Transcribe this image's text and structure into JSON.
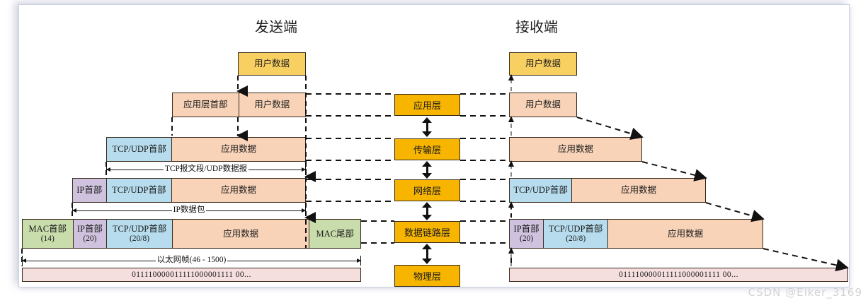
{
  "titles": {
    "sender": "发送端",
    "receiver": "接收端"
  },
  "watermark": "CSDN @Eiker_3169",
  "labels": {
    "user_data": "用户数据",
    "app_header": "应用层首部",
    "app_data": "应用数据",
    "tcp_header": "TCP/UDP首部",
    "ip_header": "IP首部",
    "mac_header": "MAC首部",
    "mac_trailer": "MAC尾部",
    "mac_size": "(14)",
    "ip_size": "(20)",
    "tcp_size": "(20/8)"
  },
  "measures": {
    "tcp_segment": "TCP报文段/UDP数据报",
    "ip_packet": "IP数据包",
    "ethernet_frame": "以太网帧(46 - 1500)"
  },
  "bitstream": "011110000011111000001111 00...",
  "layers": [
    {
      "name": "应用层"
    },
    {
      "name": "传输层"
    },
    {
      "name": "网络层"
    },
    {
      "name": "数据链路层"
    },
    {
      "name": "物理层"
    }
  ],
  "colors": {
    "user_data": "#f8cf61",
    "app": "#f8d3b8",
    "tcp": "#b6dced",
    "ip": "#cfc2de",
    "mac": "#c9dcab",
    "bits": "#f4dede",
    "layer": "#f7b500",
    "border": "#3a2a1c"
  }
}
